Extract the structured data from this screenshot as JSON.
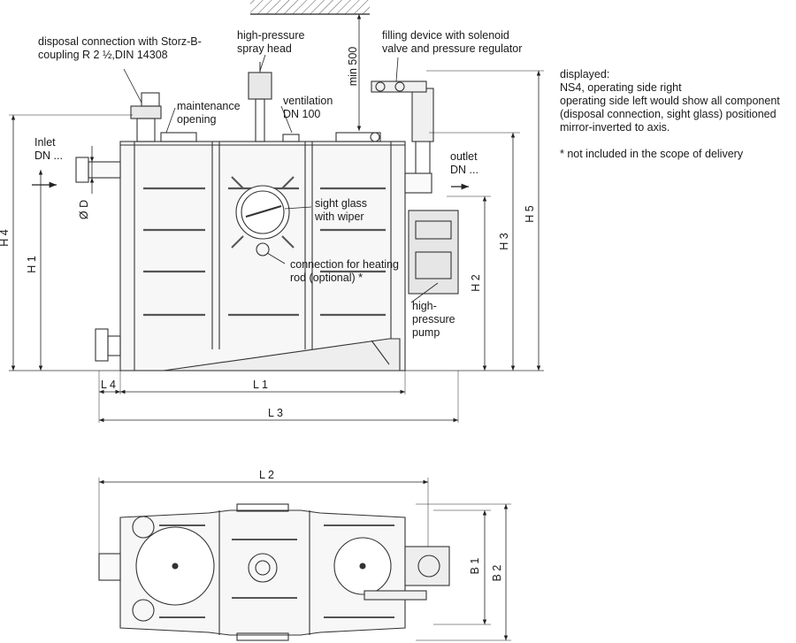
{
  "labels": {
    "disposal_line1": "disposal connection with Storz-B-",
    "disposal_line2": "coupling R 2 ½,DIN 14308",
    "spray_line1": "high-pressure",
    "spray_line2": "spray head",
    "filling_line1": "filling device with solenoid",
    "filling_line2": "valve and pressure regulator",
    "maintenance_line1": "maintenance",
    "maintenance_line2": "opening",
    "ventilation_line1": "ventilation",
    "ventilation_line2": "DN 100",
    "inlet_line1": "Inlet",
    "inlet_line2": "DN ...",
    "outlet_line1": "outlet",
    "outlet_line2": "DN ...",
    "sightglass_line1": "sight glass",
    "sightglass_line2": "with wiper",
    "heating_line1": "connection for heating",
    "heating_line2": "rod (optional) *",
    "pump_line1": "high-",
    "pump_line2": "pressure",
    "pump_line3": "pump"
  },
  "dimensions": {
    "min500": "min 500",
    "od": "Ø D",
    "h1": "H 1",
    "h2": "H 2",
    "h3": "H 3",
    "h4": "H 4",
    "h5": "H 5",
    "l1": "L 1",
    "l2": "L 2",
    "l3": "L 3",
    "l4": "L 4",
    "b1": "B 1",
    "b2": "B 2"
  },
  "notes": {
    "line1": "displayed:",
    "line2": "NS4, operating side right",
    "line3": "operating side left would show all component",
    "line4": "(disposal connection, sight glass) positioned",
    "line5": "mirror-inverted to axis.",
    "line6": "* not included in the scope of delivery"
  }
}
